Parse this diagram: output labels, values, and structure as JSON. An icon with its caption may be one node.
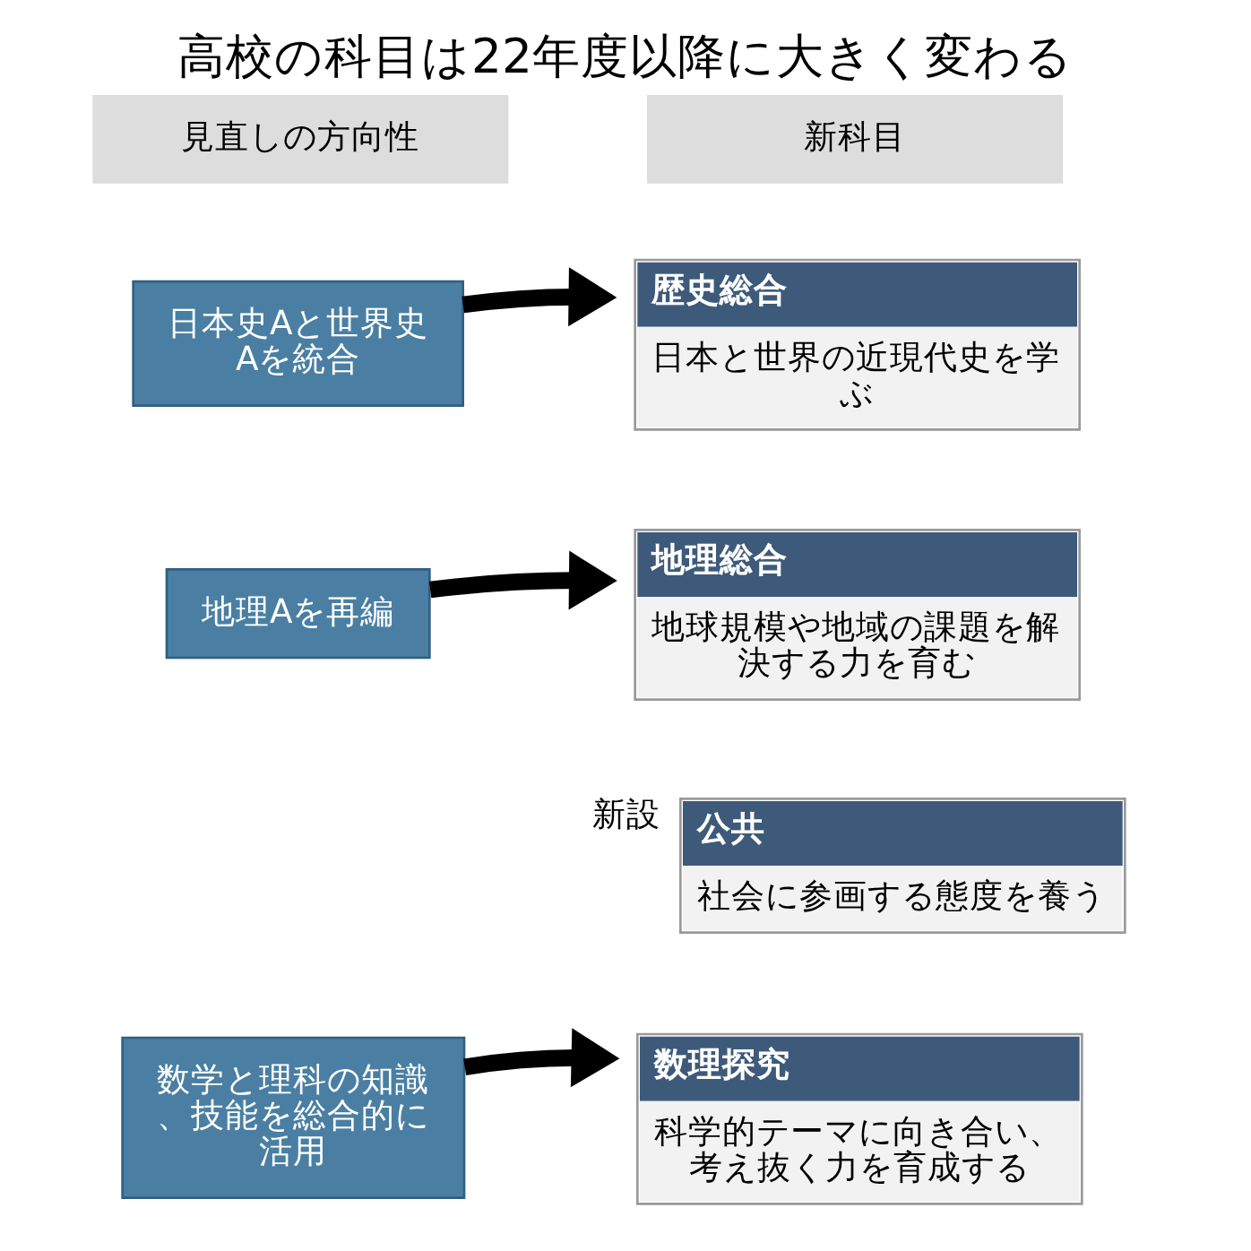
{
  "diagram": {
    "title": "高校の科目は22年度以降に大きく変わる",
    "nodes": [
      {
        "text": [
          "見直しの方向性"
        ]
      },
      {
        "text": [
          "新科目"
        ]
      },
      {
        "text": [
          "日本史Aと世界史Aを統合"
        ]
      },
      {
        "text": [
          "歴史総合",
          "日本と世界の近現代史を学ぶ"
        ]
      },
      {
        "text": [
          "地理Aを再編"
        ]
      },
      {
        "text": [
          "地理総合",
          "地球規模や地域の課題を解決する力を育む"
        ]
      },
      {
        "text": [
          "公共",
          "社会に参画する態度を養う"
        ],
        "beside": [
          "新設"
        ]
      },
      {
        "text": [
          "数学と理科の知識、技能を総合的に活用"
        ]
      },
      {
        "text": [
          "数理探究",
          "科学的テーマに向き合い、考え抜く力を育成する"
        ]
      }
    ],
    "edges": [
      {
        "from": 2,
        "to": 3,
        "arrow": "to"
      },
      {
        "from": 4,
        "to": 5,
        "arrow": "to"
      },
      {
        "from": 7,
        "to": 8,
        "arrow": "to"
      }
    ]
  }
}
